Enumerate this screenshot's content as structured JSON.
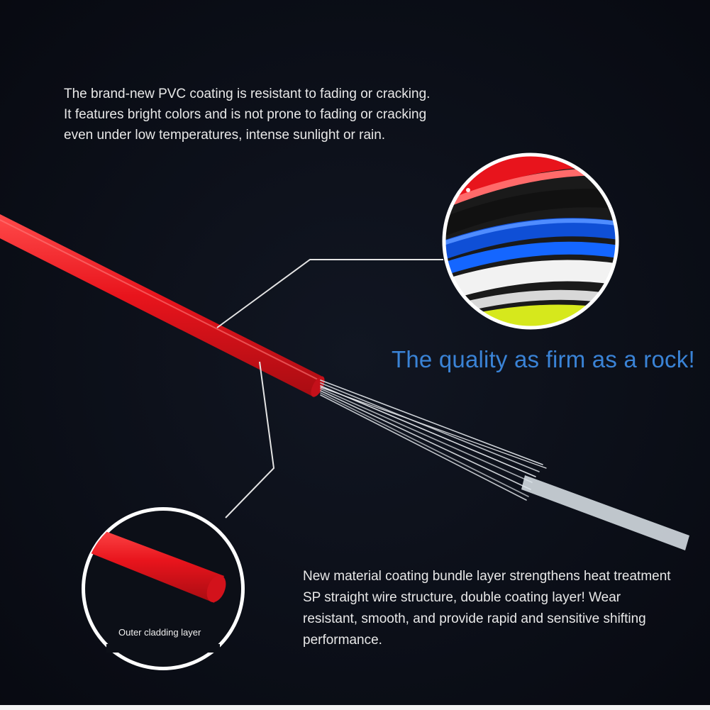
{
  "pvc_description": "The brand-new PVC coating is resistant to fading or cracking. It features bright colors and is not prone to fading or cracking even under low temperatures, intense sunlight or rain.",
  "tagline": "The quality as firm as a rock!",
  "coating_description": "New material coating bundle layer strengthens heat treatment SP straight wire structure, double coating layer! Wear resistant, smooth, and provide rapid and sensitive shifting performance.",
  "cladding_label": "Outer cladding layer",
  "colors": {
    "background": "#0c0f17",
    "cable_red": "#e8141c",
    "tagline_blue": "#3a83d6",
    "text": "#e8e8e8"
  }
}
